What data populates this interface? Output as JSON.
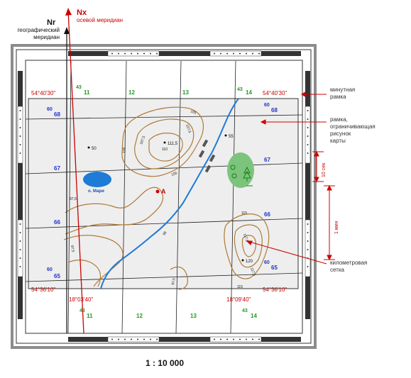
{
  "axes": {
    "nx_symbol": "Nx",
    "nx_caption": "осевой меридиан",
    "nr_symbol": "Nr",
    "nr_caption_1": "географический",
    "nr_caption_2": "меридиан"
  },
  "corners": {
    "top_left": "54°40'30\"",
    "top_right": "54°40'30\"",
    "bottom_left": "54°36'10\"",
    "bottom_right": "54°36'10\"",
    "lon_left": "18°03'40\"",
    "lon_right": "18°09'40\""
  },
  "grid_labels": {
    "top": {
      "prefix": "43",
      "values": [
        "11",
        "12",
        "13",
        "14"
      ],
      "prefix_right": "43"
    },
    "bottom": {
      "prefix": "43",
      "values": [
        "11",
        "12",
        "13",
        "14"
      ],
      "prefix_right": "43"
    },
    "left": {
      "prefix": "60",
      "values": [
        "68",
        "67",
        "66",
        "65"
      ],
      "prefix_bottom": "60"
    },
    "right": {
      "prefix": "60",
      "values": [
        "68",
        "67",
        "66",
        "65"
      ],
      "prefix_bottom": "60"
    }
  },
  "annotations": {
    "minute_frame": [
      "минутная",
      "рамка"
    ],
    "inner_frame": [
      "рамка,",
      "ограничивающая",
      "рисунок",
      "карты"
    ],
    "km_grid": [
      "километровая",
      "сетка"
    ],
    "ten_sec": "10 сек",
    "one_min": "1 мин"
  },
  "map": {
    "lake_label": "о. Мари",
    "point_label": "А",
    "heights": [
      "50",
      "111,5",
      "55",
      "120"
    ],
    "contours": [
      "105",
      "107,5",
      "110",
      "107,5",
      "105",
      "100",
      "97,5",
      "95",
      "97,5",
      "115",
      "117,5",
      "117,5",
      "115",
      "97,5",
      "102,5"
    ]
  },
  "scale": "1 : 10 000",
  "colors": {
    "axis_red": "#cc0000",
    "grid_green": "#229922",
    "grid_blue": "#2233cc",
    "contour_brown": "#b07a3a",
    "river_blue": "#1e7bd6",
    "forest_green": "#7cc47c"
  }
}
